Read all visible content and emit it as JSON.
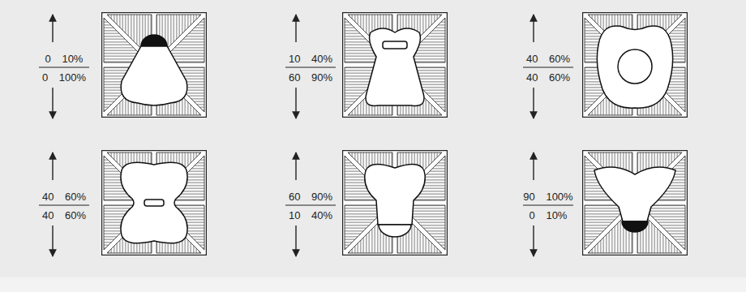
{
  "diagram": {
    "labels": [
      "0 10%",
      "0 100%",
      "10 40%",
      "60 90%",
      "40 60%",
      "40 60%",
      "40 60%",
      "40 60%",
      "60 90%",
      "10 40%",
      "90 100%",
      "0 10%"
    ]
  }
}
